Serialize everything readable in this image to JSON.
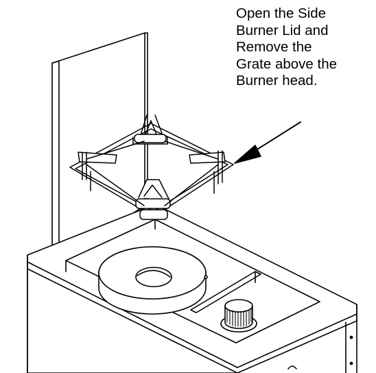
{
  "instruction": {
    "lines": [
      "Open the Side",
      "Burner Lid and",
      "Remove the",
      "Grate above the",
      "Burner head."
    ]
  },
  "colors": {
    "line": "#000000",
    "fill": "#ffffff",
    "shadow": "#f0f0f0"
  },
  "figure": {
    "illustration": "side-burner-with-open-lid",
    "parts": [
      "open-lid",
      "grate",
      "burner-base",
      "burner-cap",
      "control-knob",
      "arrow-pointer"
    ]
  }
}
